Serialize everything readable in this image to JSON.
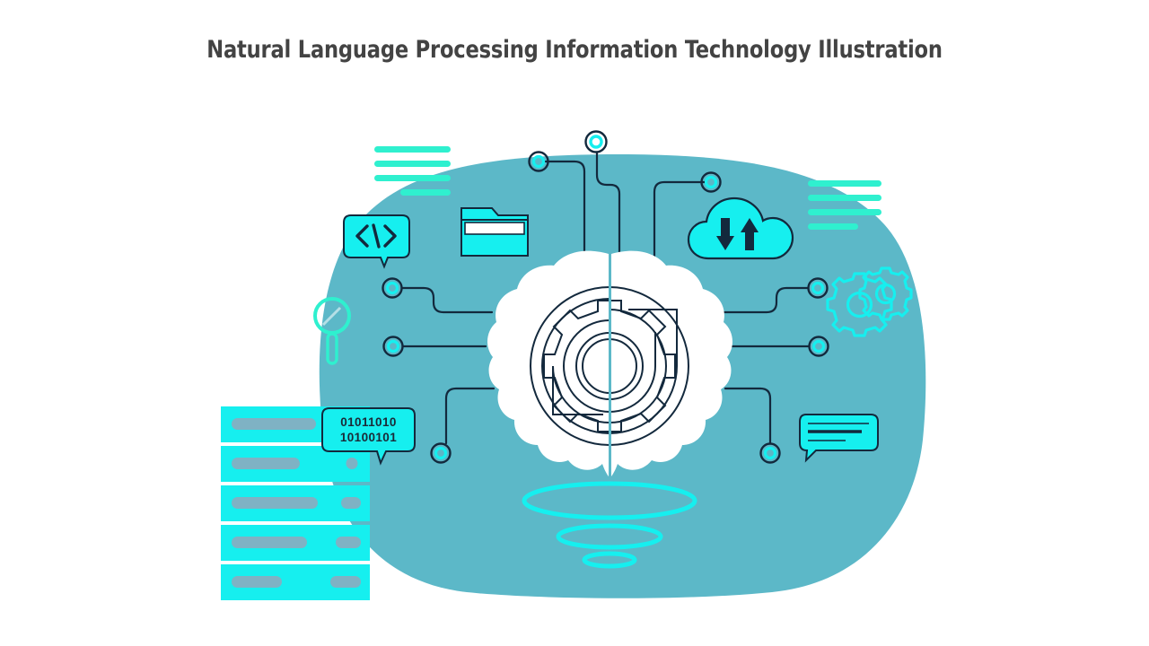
{
  "page": {
    "title": "Natural Language Processing Information Technology Illustration",
    "background_color": "#ffffff",
    "title_color": "#434343"
  },
  "palette": {
    "teal_blob": "#5cb8c8",
    "cyan": "#18e8e8",
    "cyan_bright": "#16efef",
    "mint": "#2ff0cf",
    "dark_stroke": "#13293d",
    "white": "#ffffff",
    "gray_bar": "#7fb2c4"
  },
  "illustration": {
    "name": "nlp-information-technology-illustration",
    "backdrop": {
      "name": "teal-blob-backdrop",
      "color": "#5cb8c8"
    },
    "brain": {
      "name": "brain-graphic",
      "color": "#ffffff",
      "core": {
        "name": "brain-gear-core",
        "rings": 5,
        "stroke": "#13293d"
      }
    },
    "ellipses": {
      "name": "brain-base-ellipses",
      "count": 3,
      "color": "#16efef"
    },
    "icons": [
      {
        "name": "code-speech-bubble-icon",
        "glyph": "</>",
        "label": "code",
        "color": "#16efef"
      },
      {
        "name": "folder-icon",
        "label": "folder",
        "color": "#16efef"
      },
      {
        "name": "cloud-sync-icon",
        "label": "cloud upload download",
        "color": "#16efef"
      },
      {
        "name": "gears-icon",
        "label": "gears",
        "color": "#16efef"
      },
      {
        "name": "magnifier-icon",
        "label": "search magnifier",
        "color": "#2ff0cf"
      },
      {
        "name": "chat-bubble-icon",
        "label": "chat message",
        "color": "#16efef"
      },
      {
        "name": "server-stack-icon",
        "label": "server rack",
        "color": "#16efef"
      },
      {
        "name": "binary-speech-bubble-icon",
        "label": "binary data bubble",
        "color": "#16efef"
      }
    ],
    "binary_bubble": {
      "name": "binary-speech-bubble",
      "line1": "01011010",
      "line2": "10100101"
    },
    "text_lines_left": {
      "name": "decorative-text-lines-left",
      "count": 4,
      "color": "#2ff0cf"
    },
    "text_lines_right": {
      "name": "decorative-text-lines-right",
      "count": 4,
      "color": "#2ff0cf"
    },
    "nodes": {
      "name": "circuit-nodes",
      "count": 9,
      "ring_color": "#16efef",
      "stroke": "#13293d"
    },
    "server_rows": [
      {
        "name": "server-row-1",
        "has_dot": false
      },
      {
        "name": "server-row-2",
        "has_dot": true
      },
      {
        "name": "server-row-3",
        "has_dot": true
      },
      {
        "name": "server-row-4",
        "has_dot": true
      },
      {
        "name": "server-row-5",
        "has_dot": true
      }
    ]
  }
}
